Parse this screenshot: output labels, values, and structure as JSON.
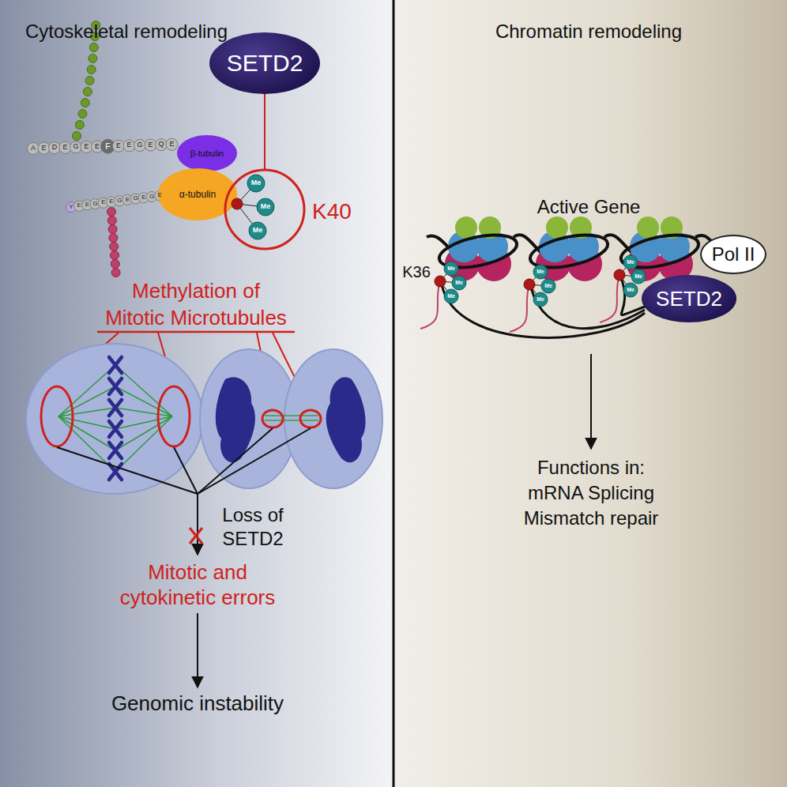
{
  "diagram": {
    "nodes": [
      {
        "text": [
          "SETD2"
        ]
      },
      {
        "text": [
          "β-tubulin"
        ]
      },
      {
        "text": [
          "α-tubulin"
        ]
      },
      {
        "text": [
          "Pol II"
        ]
      },
      {
        "text": [
          "SETD2"
        ]
      }
    ],
    "labels": [
      "Cytoskeletal remodeling",
      "Chromatin remodeling",
      "A",
      "E",
      "D",
      "E",
      "G",
      "E",
      "E",
      "F",
      "E",
      "E",
      "G",
      "E",
      "Q",
      "E",
      "Y",
      "E",
      "E",
      "G",
      "E",
      "E",
      "G",
      "E",
      "G",
      "E",
      "G",
      "E",
      "Me",
      "Me",
      "Me",
      "K40",
      "Methylation of",
      "Mitotic Microtubules",
      "Loss of",
      "SETD2",
      "Mitotic and",
      "cytokinetic errors",
      "Genomic instability",
      "Active Gene",
      "K36",
      "Me",
      "Me",
      "Me",
      "Me",
      "Me",
      "Me",
      "Me",
      "Me",
      "Me",
      "Functions in:",
      "mRNA Splicing",
      "Mismatch repair"
    ]
  }
}
